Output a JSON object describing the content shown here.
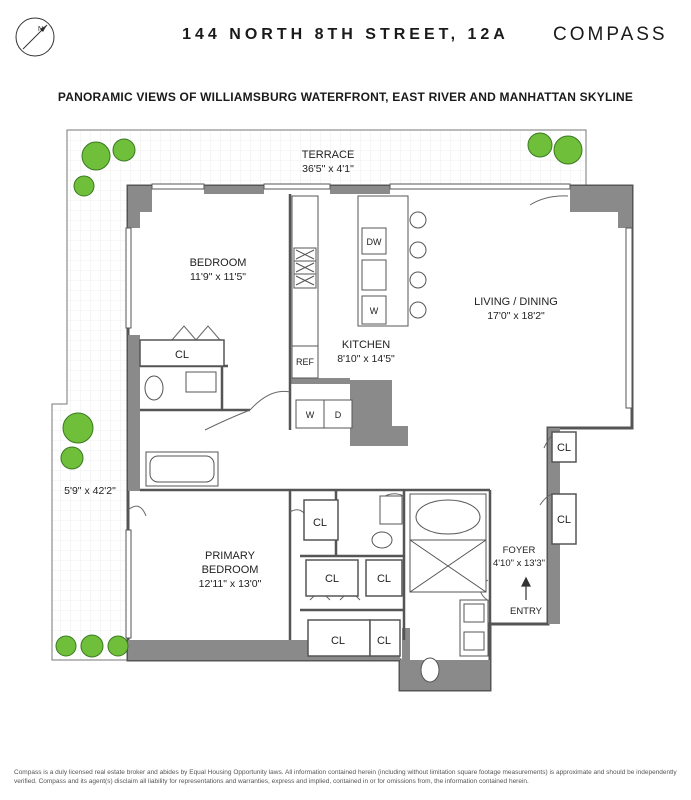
{
  "header": {
    "address": "144 NORTH 8TH STREET, 12A",
    "brand": "COMPASS",
    "subtitle": "PANORAMIC VIEWS OF WILLIAMSBURG WATERFRONT, EAST RIVER AND MANHATTAN SKYLINE",
    "north_label": "N"
  },
  "rooms": {
    "terrace": {
      "name": "TERRACE",
      "dims": "36'5\" x 4'1\""
    },
    "side_terrace": {
      "dims": "5'9\" x 42'2\""
    },
    "bedroom": {
      "name": "BEDROOM",
      "dims": "11'9\" x 11'5\""
    },
    "kitchen": {
      "name": "KITCHEN",
      "dims": "8'10\" x 14'5\""
    },
    "living": {
      "name": "LIVING / DINING",
      "dims": "17'0\" x 18'2\""
    },
    "primary": {
      "name_line1": "PRIMARY",
      "name_line2": "BEDROOM",
      "dims": "12'11\" x 13'0\""
    },
    "foyer": {
      "name": "FOYER",
      "dims": "4'10\" x 13'3\""
    }
  },
  "labels": {
    "closet": "CL",
    "ref": "REF",
    "dishwasher": "DW",
    "wine": "W",
    "washer": "W",
    "dryer": "D",
    "entry": "ENTRY"
  },
  "disclaimer": "Compass is a duly licensed real estate broker and abides by Equal Housing Opportunity laws. All information contained herein (including without limitation square footage measurements) is approximate and should be independently verified. Compass and its agent(s) disclaim all liability for representations and warranties, express and implied, contained in or for omissions from, the information contained herein."
}
